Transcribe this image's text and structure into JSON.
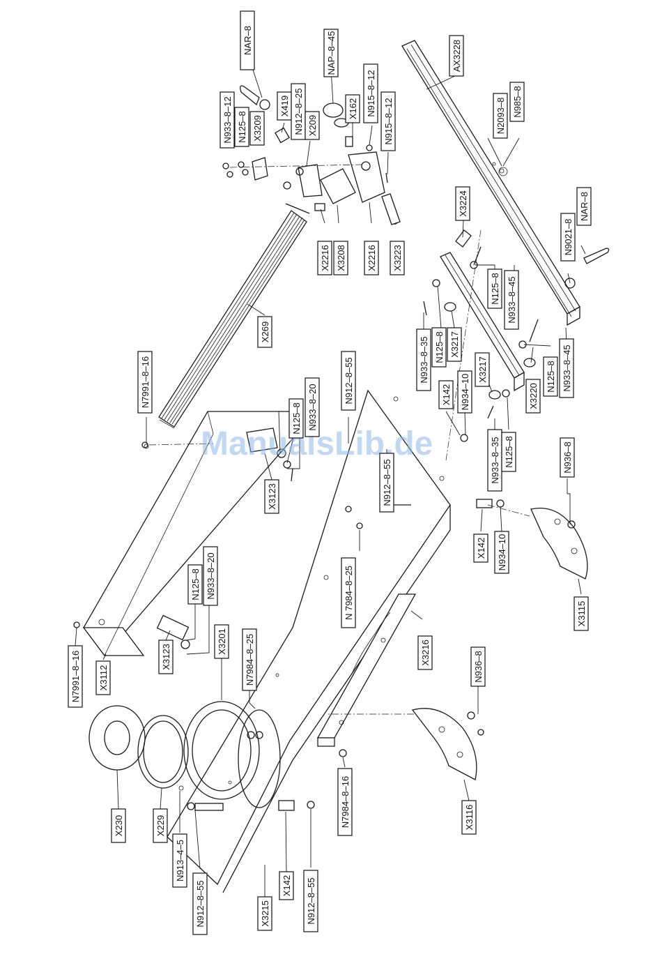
{
  "watermark": "ManualsLib.de",
  "labels": [
    {
      "id": "nar8-top",
      "text": "NAR–8"
    },
    {
      "id": "nap845",
      "text": "NAP–8–45"
    },
    {
      "id": "ax3228",
      "text": "AX3228"
    },
    {
      "id": "n933812-top",
      "text": "N933–8–12"
    },
    {
      "id": "n1258-top",
      "text": "N125–8"
    },
    {
      "id": "x3209",
      "text": "X3209"
    },
    {
      "id": "x419",
      "text": "X419"
    },
    {
      "id": "n912825",
      "text": "N912–8–25"
    },
    {
      "id": "x209",
      "text": "X209"
    },
    {
      "id": "x162",
      "text": "X162"
    },
    {
      "id": "n915812-a",
      "text": "N915–8–12"
    },
    {
      "id": "n915812-b",
      "text": "N915–8–12"
    },
    {
      "id": "n20938",
      "text": "N2093–8"
    },
    {
      "id": "n9858",
      "text": "N985–8"
    },
    {
      "id": "x2216-a",
      "text": "X2216"
    },
    {
      "id": "x3208",
      "text": "X3208"
    },
    {
      "id": "x2216-b",
      "text": "X2216"
    },
    {
      "id": "x3223",
      "text": "X3223"
    },
    {
      "id": "x3224",
      "text": "X3224"
    },
    {
      "id": "n90218",
      "text": "N9021–8"
    },
    {
      "id": "nar8-right",
      "text": "NAR–8"
    },
    {
      "id": "n1258-r1",
      "text": "N125–8"
    },
    {
      "id": "n933845-r1",
      "text": "N933–8–45"
    },
    {
      "id": "x269",
      "text": "X269"
    },
    {
      "id": "n7991816-top",
      "text": "N7991–8–16"
    },
    {
      "id": "n912855-mid",
      "text": "N912–8–55"
    },
    {
      "id": "n933835-a",
      "text": "N933–8–35"
    },
    {
      "id": "n1258-r2",
      "text": "N125–8"
    },
    {
      "id": "x3217-a",
      "text": "X3217"
    },
    {
      "id": "x3220",
      "text": "X3220"
    },
    {
      "id": "n1258-r3",
      "text": "N125–8"
    },
    {
      "id": "n933845-r2",
      "text": "N933–8–45"
    },
    {
      "id": "n1258-mid",
      "text": "N125–8"
    },
    {
      "id": "n933820-mid",
      "text": "N933–8–20"
    },
    {
      "id": "x142-top",
      "text": "X142"
    },
    {
      "id": "n934810-top",
      "text": "N934–10"
    },
    {
      "id": "x3217-b",
      "text": "X3217"
    },
    {
      "id": "n933835-b",
      "text": "N933–8–35"
    },
    {
      "id": "n1258-r4",
      "text": "N125–8"
    },
    {
      "id": "x3123-top",
      "text": "X3123"
    },
    {
      "id": "n912855-cut",
      "text": "N912–8–55"
    },
    {
      "id": "n9368-top",
      "text": "N936–8"
    },
    {
      "id": "x142-mid",
      "text": "X142"
    },
    {
      "id": "n934810-mid",
      "text": "N934–10"
    },
    {
      "id": "n7984825-mid",
      "text": "N 7984–8–25"
    },
    {
      "id": "x3115",
      "text": "X3115"
    },
    {
      "id": "n1258-low",
      "text": "N125–8"
    },
    {
      "id": "n933820-low",
      "text": "N933–8–20"
    },
    {
      "id": "x3216",
      "text": "X3216"
    },
    {
      "id": "n7991816-low",
      "text": "N7991–8–16"
    },
    {
      "id": "x3112",
      "text": "X3112"
    },
    {
      "id": "x3123-low",
      "text": "X3123"
    },
    {
      "id": "x3201",
      "text": "X3201"
    },
    {
      "id": "n7984825-low",
      "text": "N7984–8–25"
    },
    {
      "id": "n9368-low",
      "text": "N936–8"
    },
    {
      "id": "x230",
      "text": "X230"
    },
    {
      "id": "x229",
      "text": "X229"
    },
    {
      "id": "n91345",
      "text": "N913–4–5"
    },
    {
      "id": "n7984816",
      "text": "N7984–8–16"
    },
    {
      "id": "x3116",
      "text": "X3116"
    },
    {
      "id": "n912855-low",
      "text": "N912–8–55"
    },
    {
      "id": "x142-low",
      "text": "X142"
    },
    {
      "id": "n912855-low2",
      "text": "N912–8–55"
    },
    {
      "id": "x3215",
      "text": "X3215"
    }
  ]
}
